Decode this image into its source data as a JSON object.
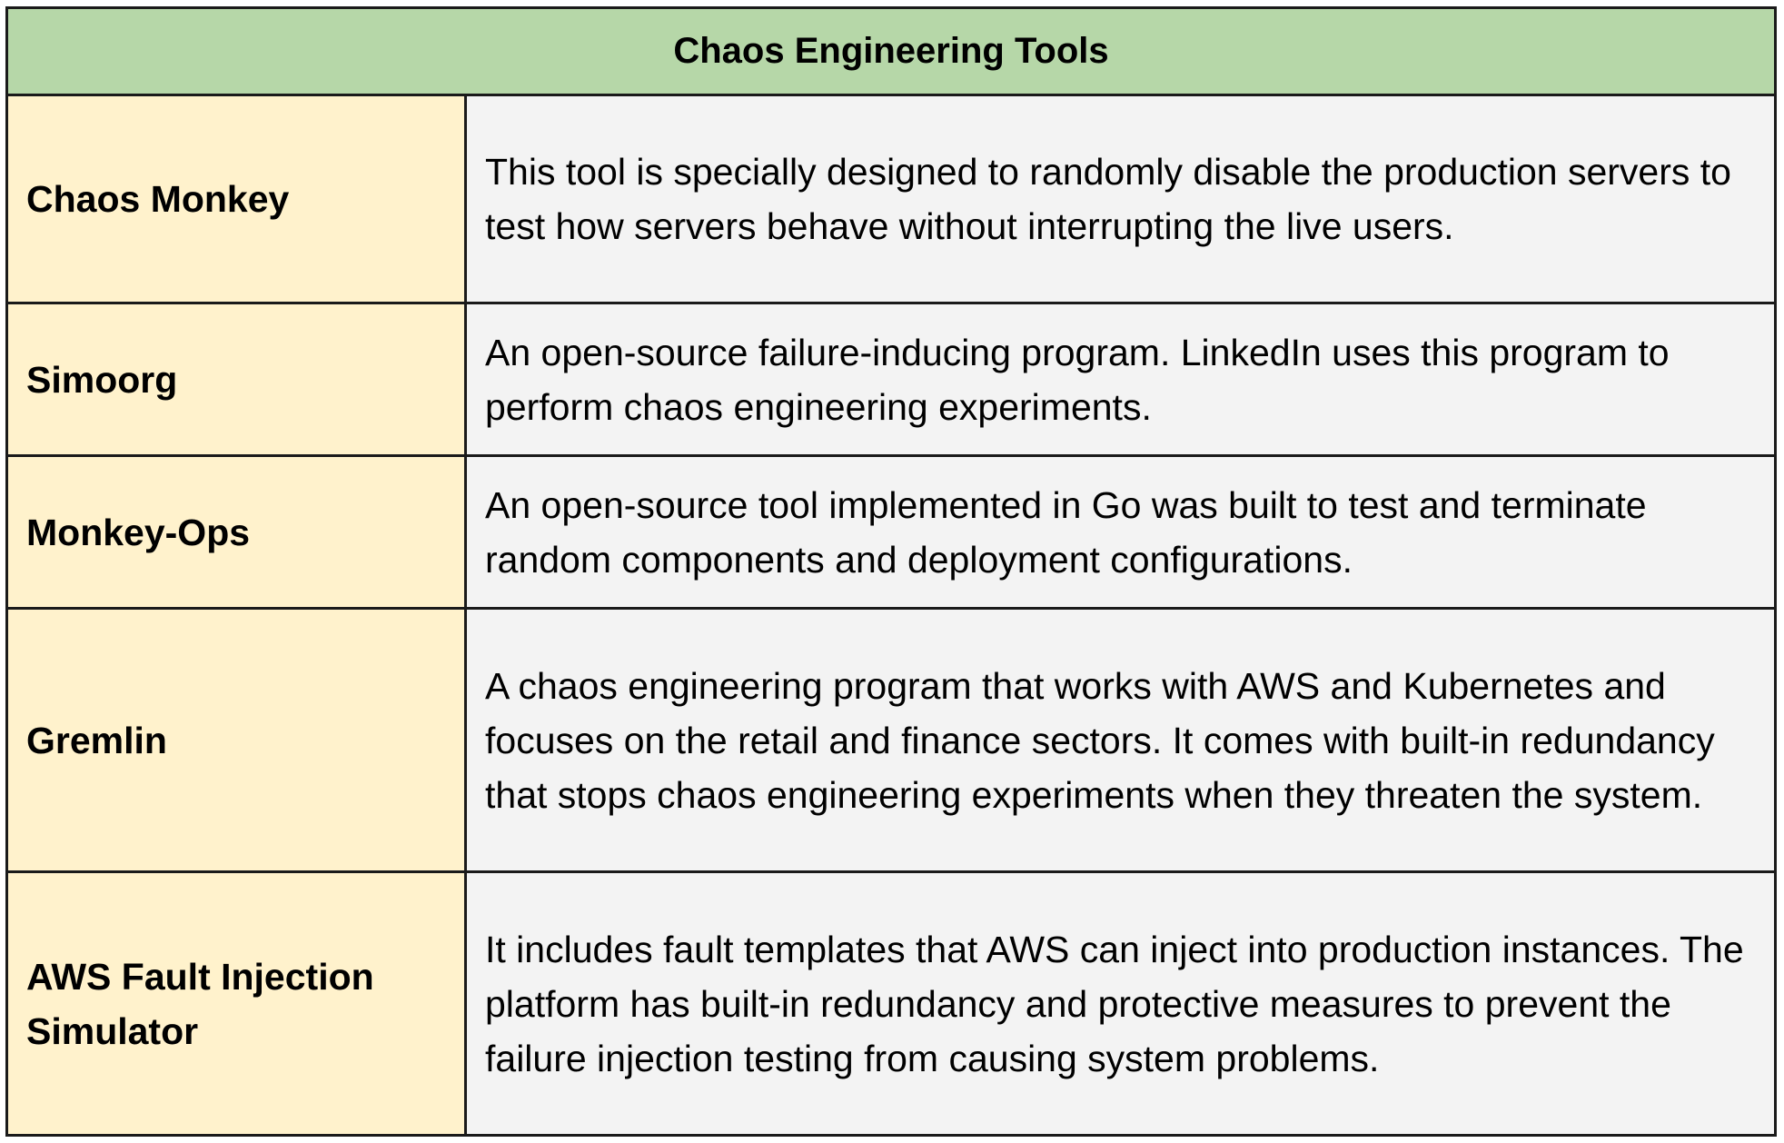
{
  "table": {
    "title": "Chaos Engineering Tools",
    "colors": {
      "header_bg": "#b6d7a8",
      "name_bg": "#fff2cc",
      "desc_bg": "#f3f3f3",
      "border": "#1a1a1a"
    },
    "rows": [
      {
        "name": "Chaos Monkey",
        "description": "This tool is specially designed to randomly disable the production servers to test how servers behave without interrupting the live users."
      },
      {
        "name": "Simoorg",
        "description": "An open-source failure-inducing program. LinkedIn uses this program to perform chaos engineering experiments."
      },
      {
        "name": "Monkey-Ops",
        "description": "An open-source tool implemented in Go was built to test and terminate random components and deployment configurations."
      },
      {
        "name": "Gremlin",
        "description": "A chaos engineering program that works with AWS and Kubernetes and focuses on the retail and finance sectors. It comes with built-in redundancy that stops chaos engineering experiments when they threaten the system."
      },
      {
        "name": "AWS Fault Injection Simulator",
        "description": "It includes fault templates that AWS can inject into production instances. The platform has built-in redundancy and protective measures to prevent the failure injection testing from causing system problems."
      }
    ]
  }
}
